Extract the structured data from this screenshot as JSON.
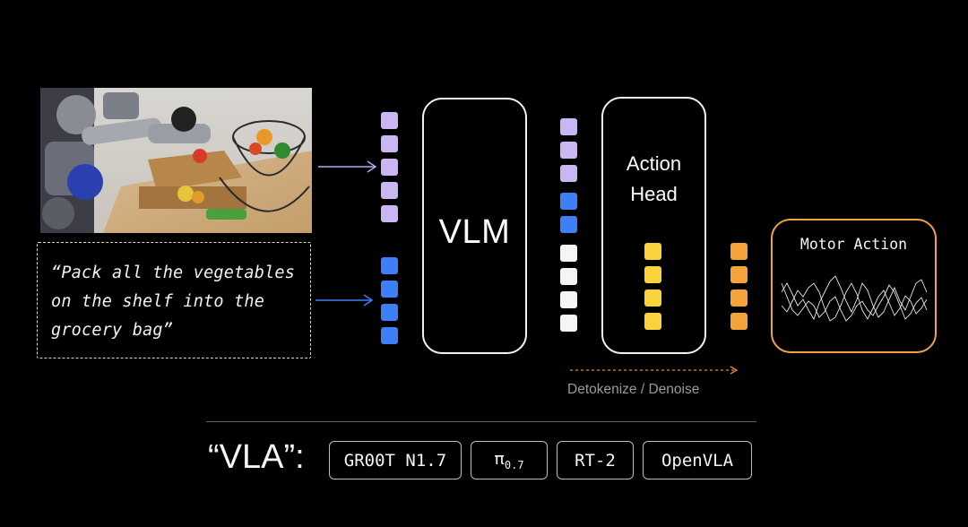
{
  "prompt": {
    "lines": [
      "“Pack all the vegetables",
      "on the shelf into the",
      "grocery bag”"
    ]
  },
  "vlm": {
    "label": "VLM"
  },
  "action_head": {
    "line1": "Action",
    "line2": "Head"
  },
  "motor": {
    "label": "Motor Action"
  },
  "detokenize": {
    "label": "Detokenize / Denoise"
  },
  "vla": {
    "label": "“VLA”:",
    "models": [
      {
        "label": "GR00T N1.7"
      },
      {
        "base": "π",
        "sub": "0.7"
      },
      {
        "label": "RT-2"
      },
      {
        "label": "OpenVLA"
      }
    ]
  },
  "colors": {
    "vision_token": "#cbb6f4",
    "text_token": "#3f7ff5",
    "latent_token": "#f5f5f5",
    "action_token": "#f9d23c",
    "output_token": "#f3a33a",
    "motor_border": "#f0a24a"
  }
}
